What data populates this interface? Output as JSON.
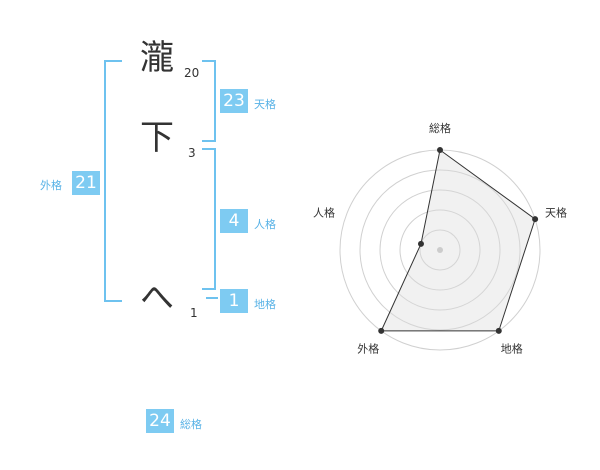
{
  "name": {
    "characters": [
      {
        "char": "瀧",
        "strokes": "20"
      },
      {
        "char": "下",
        "strokes": "3"
      },
      {
        "char": "へ",
        "strokes": "1"
      }
    ]
  },
  "kakusu": {
    "tenkaku": {
      "value": "23",
      "label": "天格"
    },
    "jinkaku": {
      "value": "4",
      "label": "人格"
    },
    "chikaku": {
      "value": "1",
      "label": "地格"
    },
    "gaikaku": {
      "value": "21",
      "label": "外格"
    },
    "soukaku": {
      "value": "24",
      "label": "総格"
    }
  },
  "colors": {
    "accent": "#7ecbf2",
    "label": "#58b2e6",
    "bracket": "#6ec2ef"
  },
  "chart_data": {
    "type": "radar",
    "axes": [
      "総格",
      "天格",
      "地格",
      "外格",
      "人格"
    ],
    "values": [
      5,
      5,
      5,
      5,
      1
    ],
    "max": 5,
    "rings": 5
  }
}
